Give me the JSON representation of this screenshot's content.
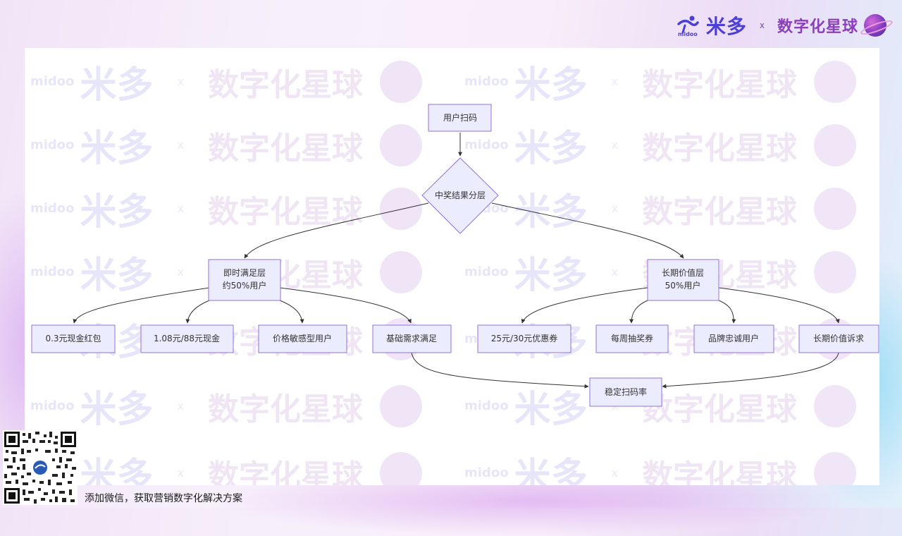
{
  "brand": {
    "logo_text": "米多",
    "logo_sub": "midoo",
    "separator": "x",
    "partner": "数字化星球",
    "accent": "#4a3fd6",
    "partner_color": "#8b3fb8"
  },
  "diagram": {
    "node_fill": "#ececff",
    "node_stroke": "#9370db",
    "nodes": {
      "start": "用户扫码",
      "decision": "中奖结果分层",
      "instant_line1": "即时满足层",
      "instant_line2": "约50%用户",
      "longterm_line1": "长期价值层",
      "longterm_line2": "50%用户",
      "cash_small": "0.3元现金红包",
      "cash_big": "1.08元/88元现金",
      "price_sensitive": "价格敏感型用户",
      "basic_needs": "基础需求满足",
      "coupon": "25元/30元优惠券",
      "weekly_draw": "每周抽奖券",
      "loyal_users": "品牌忠诚用户",
      "longterm_appeal": "长期价值诉求",
      "stable_rate": "稳定扫码率"
    }
  },
  "footer": {
    "text": "添加微信，获取营销数字化解决方案",
    "qr_icon": "qr-code-icon"
  }
}
